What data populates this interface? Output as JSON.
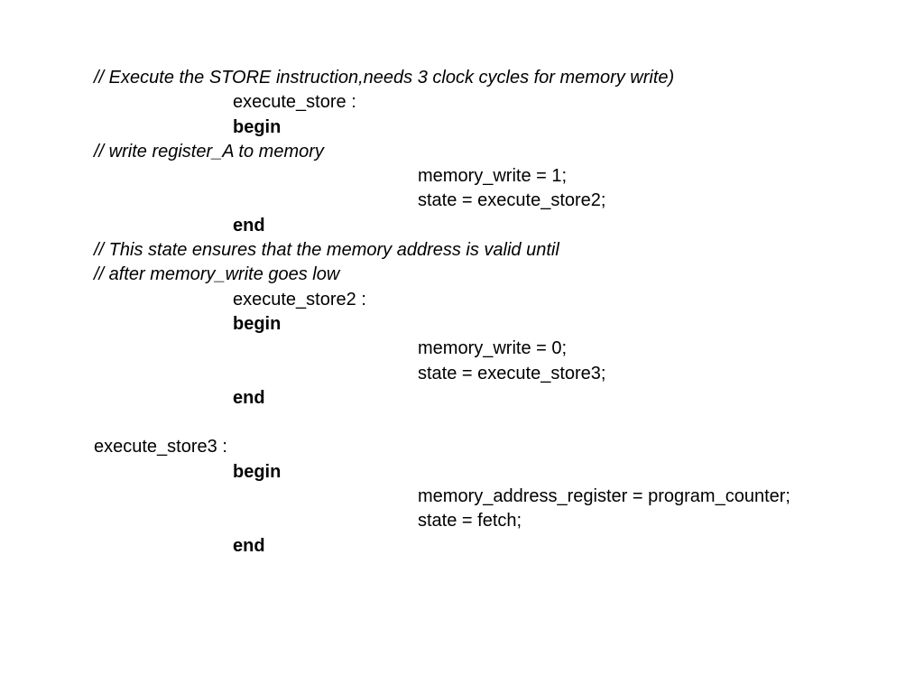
{
  "code": {
    "lines": [
      "// Execute the STORE instruction,needs 3 clock cycles for memory write)",
      "execute_store :",
      "begin",
      "// write register_A to memory",
      "memory_write = 1;",
      "state = execute_store2;",
      "end",
      "// This state ensures that the memory address is valid until",
      "// after memory_write goes low",
      "execute_store2 :",
      "begin",
      "memory_write = 0;",
      "state = execute_store3;",
      "end",
      "",
      "execute_store3 :",
      "begin",
      "memory_address_register = program_counter;",
      "state = fetch;",
      "end"
    ]
  }
}
